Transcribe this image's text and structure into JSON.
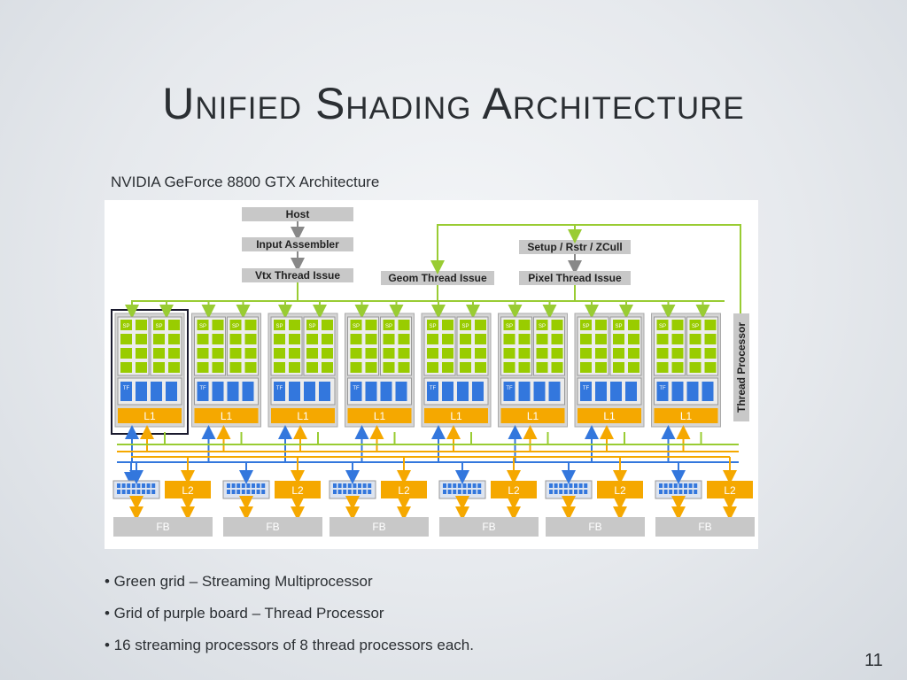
{
  "slide": {
    "title": "Unified Shading Architecture",
    "caption": "NVIDIA GeForce 8800 GTX Architecture",
    "page_number": "11"
  },
  "diagram": {
    "host": "Host",
    "input_assembler": "Input Assembler",
    "vtx_thread_issue": "Vtx Thread Issue",
    "geom_thread_issue": "Geom Thread Issue",
    "setup": "Setup / Rstr / ZCull",
    "pixel_thread_issue": "Pixel Thread Issue",
    "thread_processor": "Thread Processor",
    "sp_label": "SP",
    "tf_label": "TF",
    "l1_label": "L1",
    "l2_label": "L2",
    "fb_label": "FB",
    "cluster_count": 8,
    "memory_partition_count": 6,
    "colors": {
      "sp_green": "#99cc00",
      "tf_blue": "#3377dd",
      "l1_orange": "#f5a800",
      "l2_orange": "#f5a800",
      "gray_box": "#c8c8c8",
      "green_line": "#99cc33",
      "blue_line": "#3377dd",
      "orange_line": "#f5a800"
    }
  },
  "bullets": [
    "• Green grid – Streaming Multiprocessor",
    "• Grid of purple board – Thread Processor",
    "• 16 streaming processors of 8 thread processors each."
  ]
}
